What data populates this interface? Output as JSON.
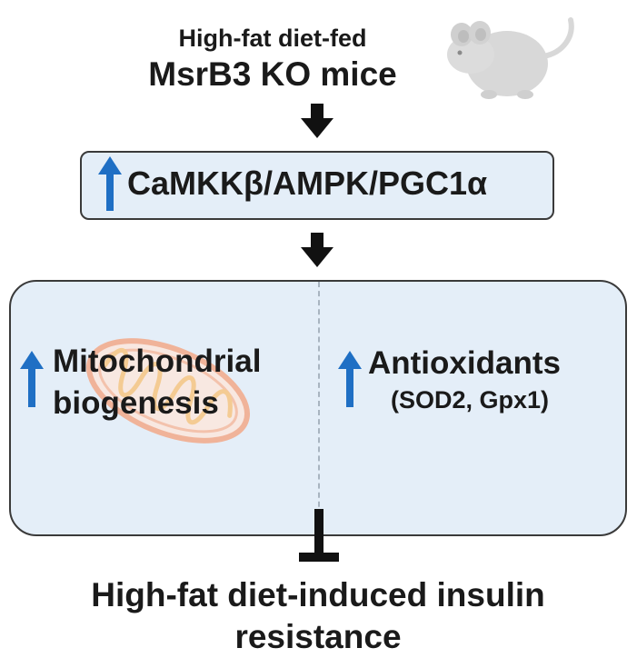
{
  "header": {
    "subtitle": "High-fat diet-fed",
    "title": "MsrB3 KO mice",
    "mouse_icon": "mouse-icon"
  },
  "pathway": {
    "label": "CaMKKβ/AMPK/PGC1α",
    "indicator_icon": "up-arrow-icon"
  },
  "effects": {
    "left": {
      "label": "Mitochondrial biogenesis",
      "background_icon": "mitochondrion-icon",
      "indicator_icon": "up-arrow-icon"
    },
    "right": {
      "label": "Antioxidants",
      "sub_label": "(SOD2, Gpx1)",
      "indicator_icon": "up-arrow-icon"
    }
  },
  "outcome": {
    "label": "High-fat diet-induced insulin resistance",
    "connector_icon": "inhibition-icon"
  },
  "colors": {
    "box_fill": "#e4eef8",
    "box_border": "#3a3a3a",
    "up_arrow": "#1f6fc4",
    "connector": "#111111",
    "mouse": "#d8d8d8",
    "mitochondrion_outer": "#f4a582",
    "mitochondrion_inner": "#f8c37a"
  }
}
